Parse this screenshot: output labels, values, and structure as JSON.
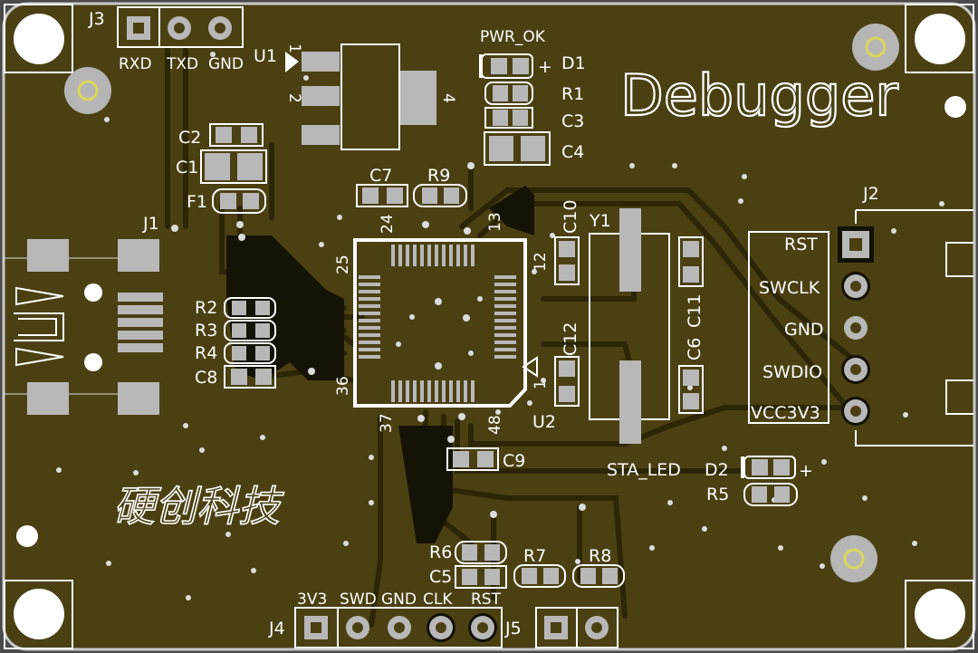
{
  "board": {
    "title": "Debugger",
    "company": "硬创科技"
  },
  "labels": {
    "j3": "J3",
    "rxd": "RXD",
    "txd": "TXD",
    "gnd_j3": "GND",
    "u1": "U1",
    "u1_pin1": "1",
    "u1_pin2": "2",
    "u1_pin4": "4",
    "pwr_ok": "PWR_OK",
    "d1": "D1",
    "d1_plus": "+",
    "r1": "R1",
    "c3": "C3",
    "c4": "C4",
    "c2": "C2",
    "c1": "C1",
    "f1": "F1",
    "j1": "J1",
    "c7": "C7",
    "r9": "R9",
    "u2_pin24": "24",
    "u2_pin13": "13",
    "u2_pin25": "25",
    "u2_pin12": "12",
    "u2_pin36": "36",
    "u2_pin1": "1",
    "u2_pin37": "37",
    "u2_pin48": "48",
    "u2": "U2",
    "c10": "C10",
    "c12": "C12",
    "y1": "Y1",
    "c11": "C11",
    "c6": "C6",
    "r2": "R2",
    "r3": "R3",
    "r4": "R4",
    "c8": "C8",
    "j2": "J2",
    "rst": "RST",
    "swclk": "SWCLK",
    "gnd_j2": "GND",
    "swdio": "SWDIO",
    "vcc": "VCC3V3",
    "c9": "C9",
    "sta_led": "STA_LED",
    "d2": "D2",
    "d2_plus": "+",
    "r5": "R5",
    "r6": "R6",
    "c5": "C5",
    "r7": "R7",
    "r8": "R8",
    "j4": "J4",
    "j4_3v3": "3V3",
    "j4_swd": "SWD",
    "j4_gnd": "GND",
    "j4_clk": "CLK",
    "j4_rst": "RST",
    "j5": "J5"
  },
  "colors": {
    "board": "#4a4012",
    "copper": "#2f2908",
    "dark_trace": "#141204",
    "silk": "#ffffff",
    "pad": "#b8b8b8",
    "edge": "#cccccc"
  }
}
